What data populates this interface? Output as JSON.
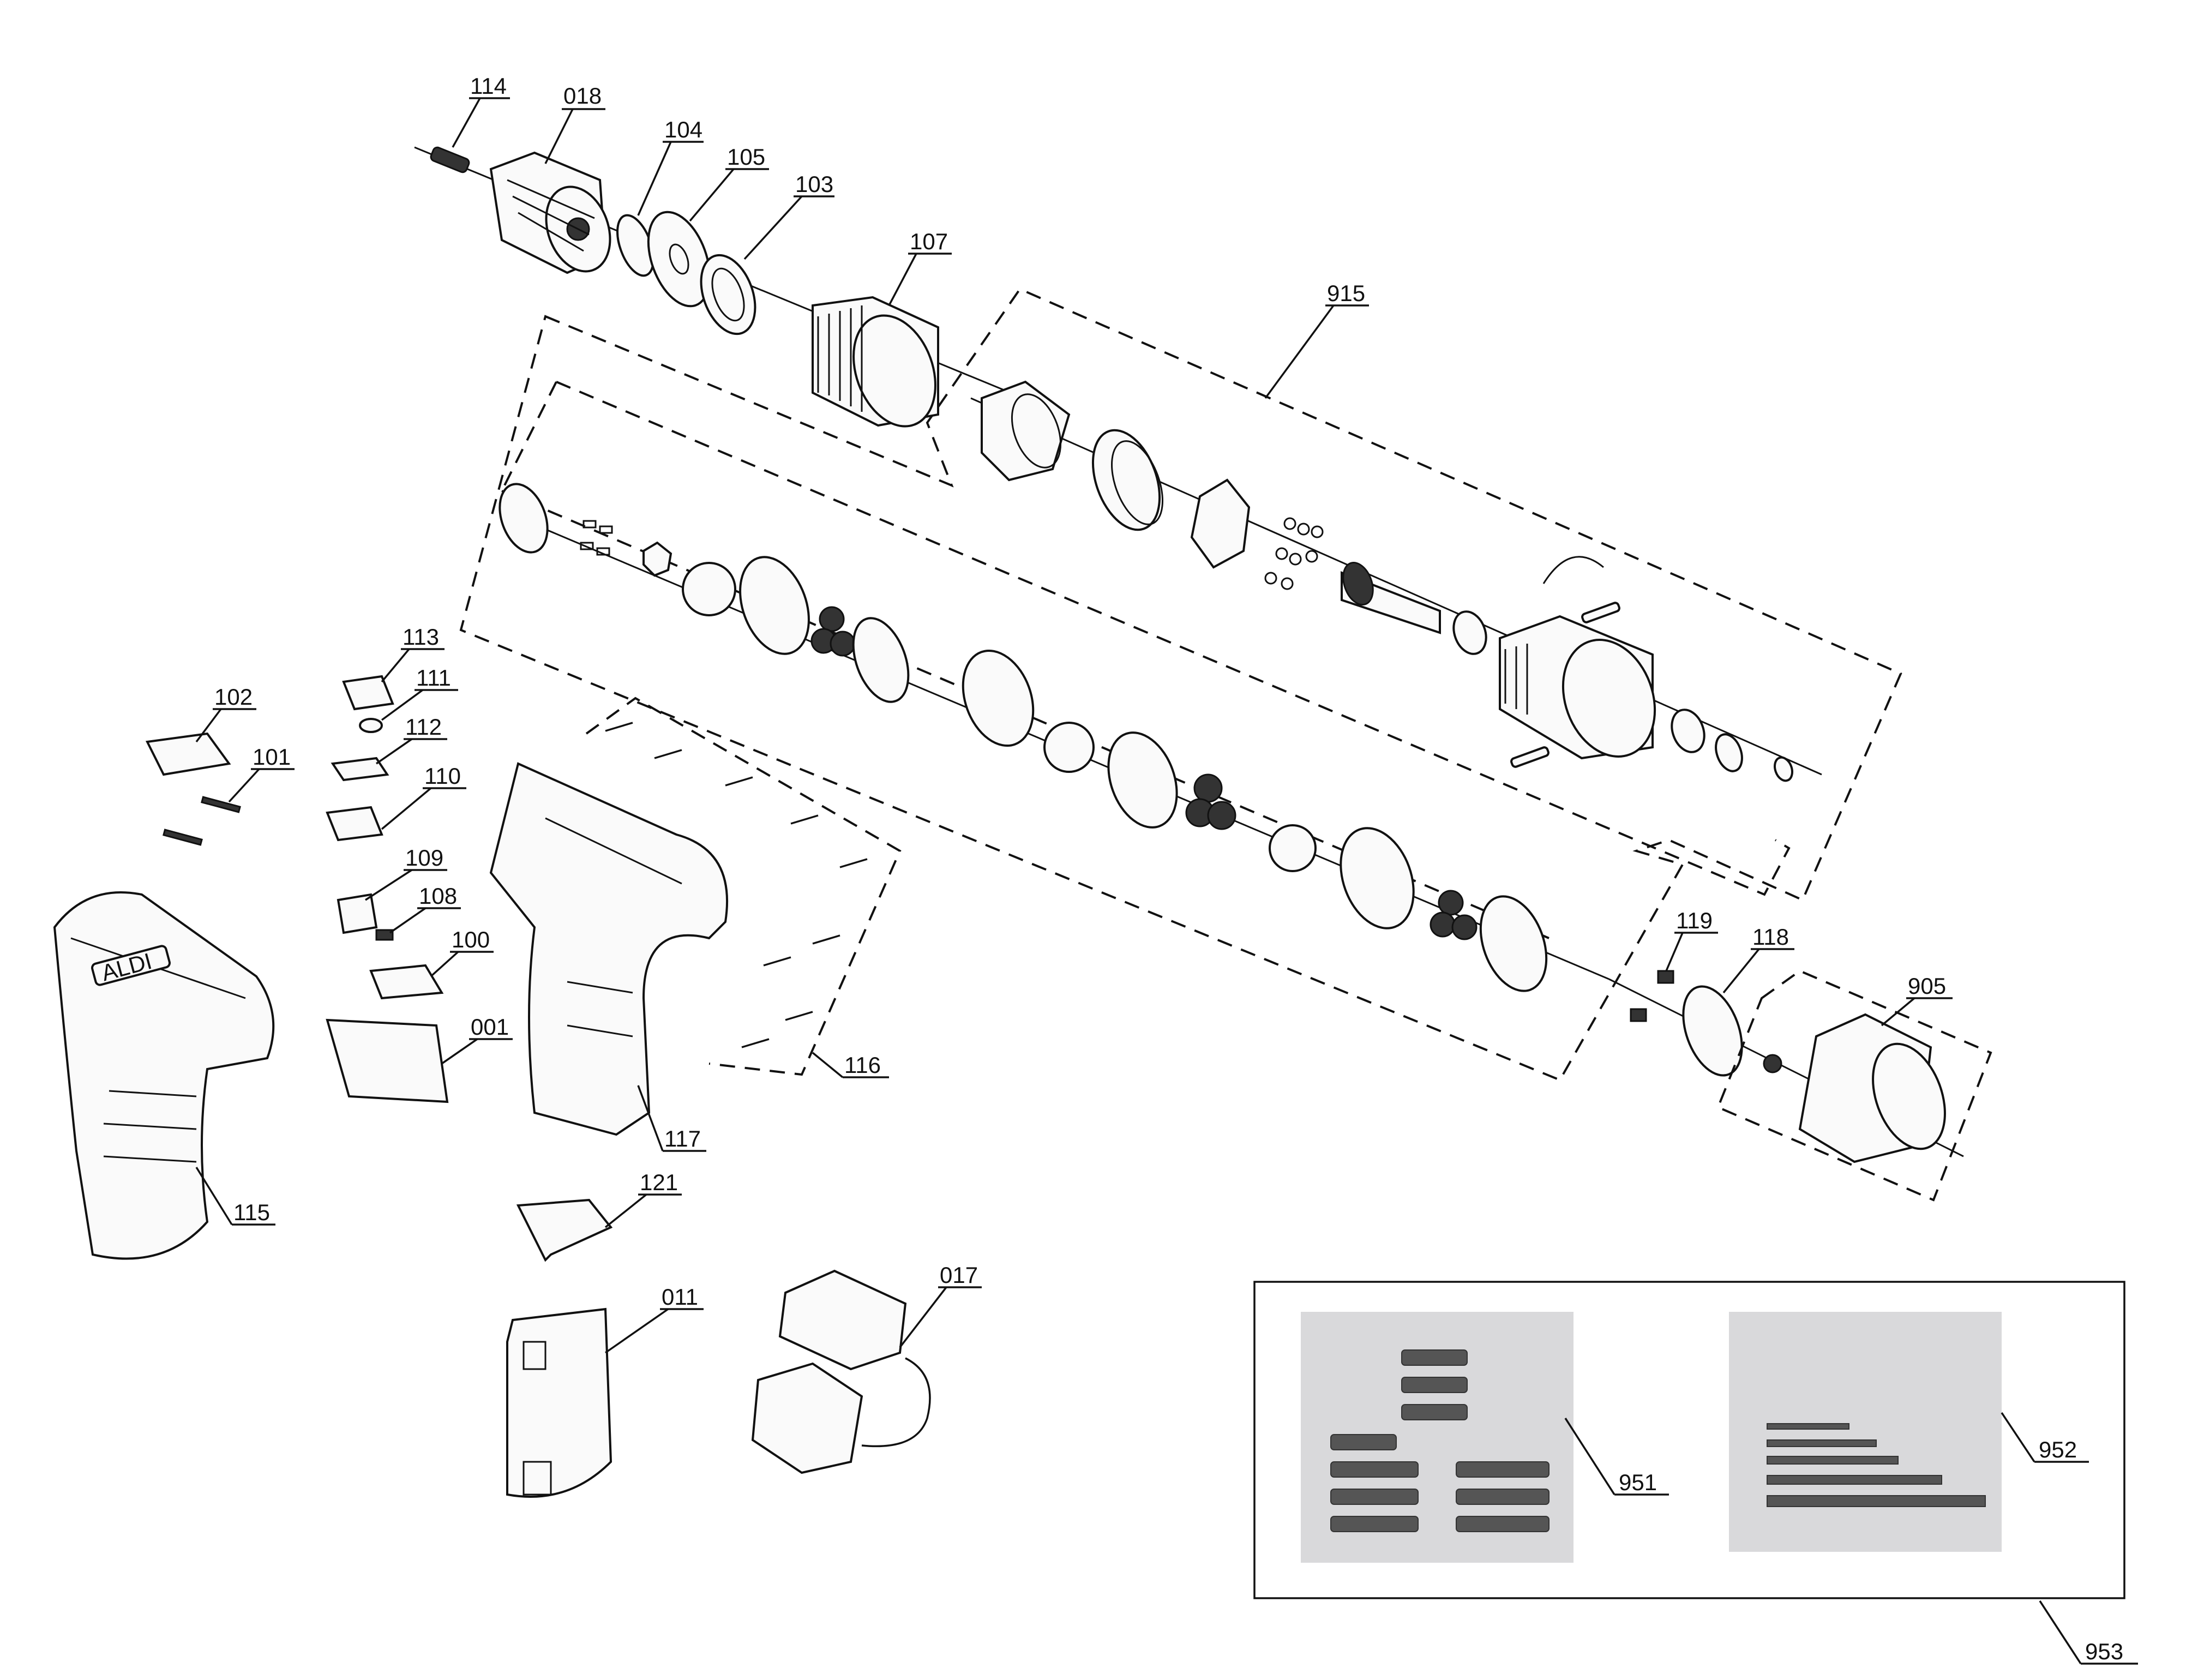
{
  "parts": {
    "p114": "114",
    "p018": "018",
    "p104": "104",
    "p105": "105",
    "p103": "103",
    "p107": "107",
    "p915": "915",
    "p113": "113",
    "p111": "111",
    "p102": "102",
    "p112": "112",
    "p101": "101",
    "p110": "110",
    "p109": "109",
    "p108": "108",
    "p100": "100",
    "p001": "001",
    "p116": "116",
    "p117": "117",
    "p115": "115",
    "p121": "121",
    "p011": "011",
    "p017": "017",
    "p119": "119",
    "p118": "118",
    "p905": "905",
    "p951": "951",
    "p952": "952",
    "p953": "953"
  },
  "housing_logo": "ALDI"
}
